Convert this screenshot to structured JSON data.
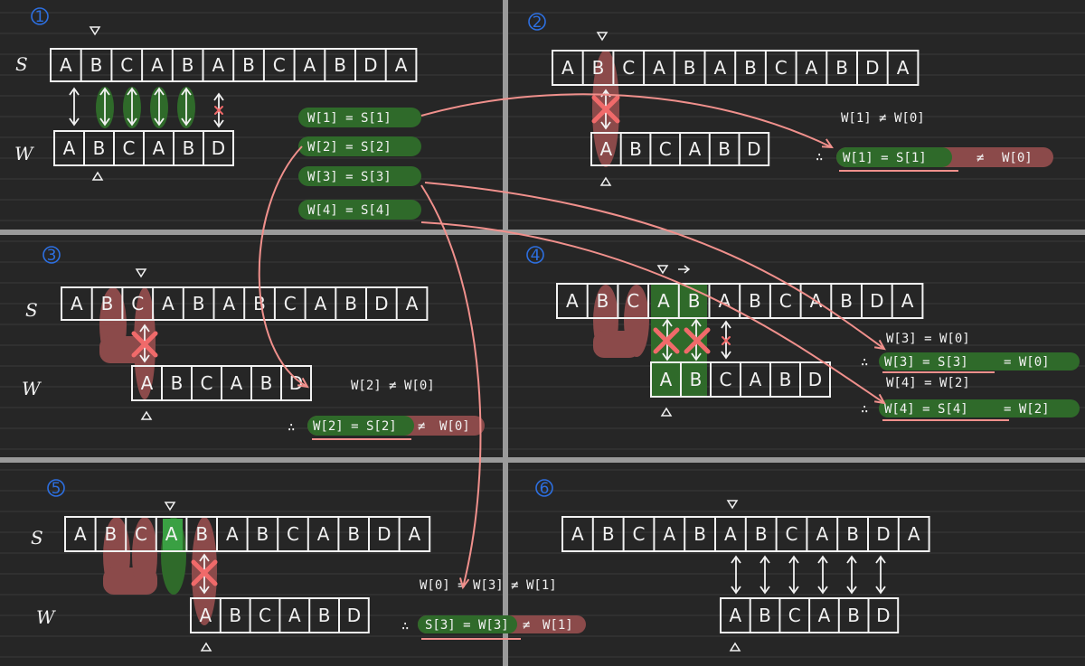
{
  "colors": {
    "background": "#262626",
    "rule": "#3a3a3a",
    "divider": "#9a9a9a",
    "ink": "#f2f2f2",
    "green": "#2f6a2a",
    "green_bright": "#3aa043",
    "red_block": "#8b4a4a",
    "red_x": "#f06a6a",
    "arrow": "#f0908c",
    "number": "#2d6fe0"
  },
  "labels": {
    "s": "S",
    "w": "W"
  },
  "panels": [
    {
      "id": "1",
      "number": "1",
      "s_text": "ABCABABCABDA",
      "w_text": "ABCABD"
    },
    {
      "id": "2",
      "number": "2",
      "s_text": "ABCABABCABDA",
      "w_text": "ABCABD",
      "note": "W[1] ≠ W[0]",
      "conclusion": {
        "therefore": "∴",
        "lhs": "W[1] = S[1]",
        "op": "≠",
        "rhs": "W[0]"
      }
    },
    {
      "id": "3",
      "number": "3",
      "s_text": "ABCABABCABDA",
      "w_text": "ABCABD",
      "note": "W[2] ≠ W[0]",
      "conclusion": {
        "therefore": "∴",
        "lhs": "W[2] = S[2]",
        "op": "≠",
        "rhs": "W[0]"
      }
    },
    {
      "id": "4",
      "number": "4",
      "s_text": "ABCABABCABDA",
      "w_text": "ABCABD",
      "notes": [
        {
          "therefore": "",
          "text": "W[3] = W[0]"
        },
        {
          "therefore": "∴",
          "lhs": "W[3] = S[3]",
          "rhs": "= W[0]"
        },
        {
          "therefore": "",
          "text": "W[4] = W[2]"
        },
        {
          "therefore": "∴",
          "lhs": "W[4] = S[4]",
          "rhs": "= W[2]"
        }
      ]
    },
    {
      "id": "5",
      "number": "5",
      "s_text": "ABCABABCABDA",
      "w_text": "ABCABD",
      "note": "W[0] = W[3] ≠ W[1]",
      "conclusion": {
        "therefore": "∴",
        "lhs": "S[3] = W[3]",
        "op": "≠",
        "rhs": "W[1]"
      }
    },
    {
      "id": "6",
      "number": "6",
      "s_text": "ABCABABCABDA",
      "w_text": "ABCABD"
    }
  ],
  "equalities": [
    "W[1] = S[1]",
    "W[2] = S[2]",
    "W[3] = S[3]",
    "W[4] = S[4]"
  ]
}
